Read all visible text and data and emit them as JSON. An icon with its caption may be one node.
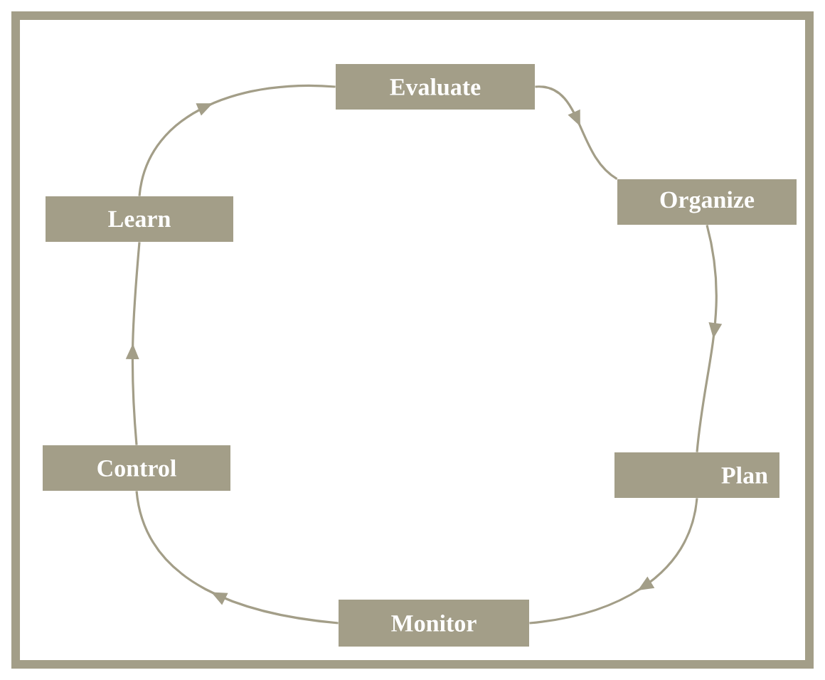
{
  "diagram": {
    "nodes": [
      {
        "text": [
          "Evaluate"
        ]
      },
      {
        "text": [
          "Organize"
        ]
      },
      {
        "text": [
          "Plan"
        ]
      },
      {
        "text": [
          "Monitor"
        ]
      },
      {
        "text": [
          "Control"
        ]
      },
      {
        "text": [
          "Learn"
        ]
      }
    ],
    "edges": [
      {
        "from": 0,
        "to": 1,
        "arrow": "to"
      },
      {
        "from": 1,
        "to": 2,
        "arrow": "to"
      },
      {
        "from": 2,
        "to": 3,
        "arrow": "to"
      },
      {
        "from": 3,
        "to": 4,
        "arrow": "to"
      },
      {
        "from": 4,
        "to": 5,
        "arrow": "to"
      },
      {
        "from": 5,
        "to": 0,
        "arrow": "to"
      }
    ]
  }
}
